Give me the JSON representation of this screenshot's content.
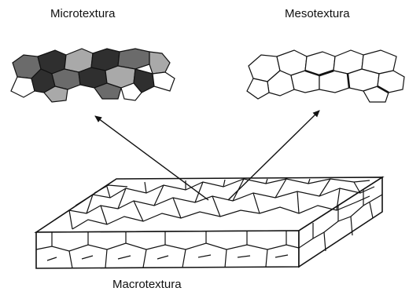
{
  "labels": {
    "micro": "Microtextura",
    "meso": "Mesotextura",
    "macro": "Macrotextura"
  },
  "colors": {
    "ink": "#111111",
    "grain_dark": "#2f2f2f",
    "grain_mid": "#6b6b6b",
    "grain_light": "#a9a9a9",
    "paper": "#ffffff"
  }
}
